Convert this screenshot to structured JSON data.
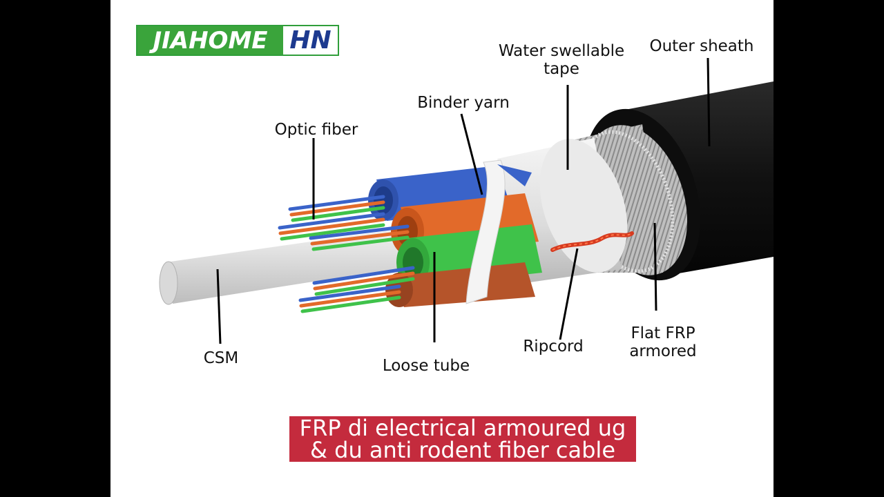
{
  "logo": {
    "left_text": "JIAHOME",
    "right_text": "HN"
  },
  "labels": {
    "water_swellable_tape_line1": "Water swellable",
    "water_swellable_tape_line2": "tape",
    "outer_sheath": "Outer sheath",
    "binder_yarn": "Binder yarn",
    "optic_fiber": "Optic fiber",
    "csm": "CSM",
    "loose_tube": "Loose tube",
    "ripcord": "Ripcord",
    "flat_frp_line1": "Flat FRP",
    "flat_frp_line2": "armored"
  },
  "caption": {
    "line1": "FRP di electrical armoured ug",
    "line2": "& du anti rodent fiber cable"
  },
  "colors": {
    "logo_green": "#3aa43b",
    "logo_blue": "#1d3a8f",
    "caption_red": "#c42b3d",
    "tube_blue": "#3a63c9",
    "tube_orange": "#e26a2a",
    "tube_green": "#3fc24a",
    "sheath_black": "#141414"
  }
}
